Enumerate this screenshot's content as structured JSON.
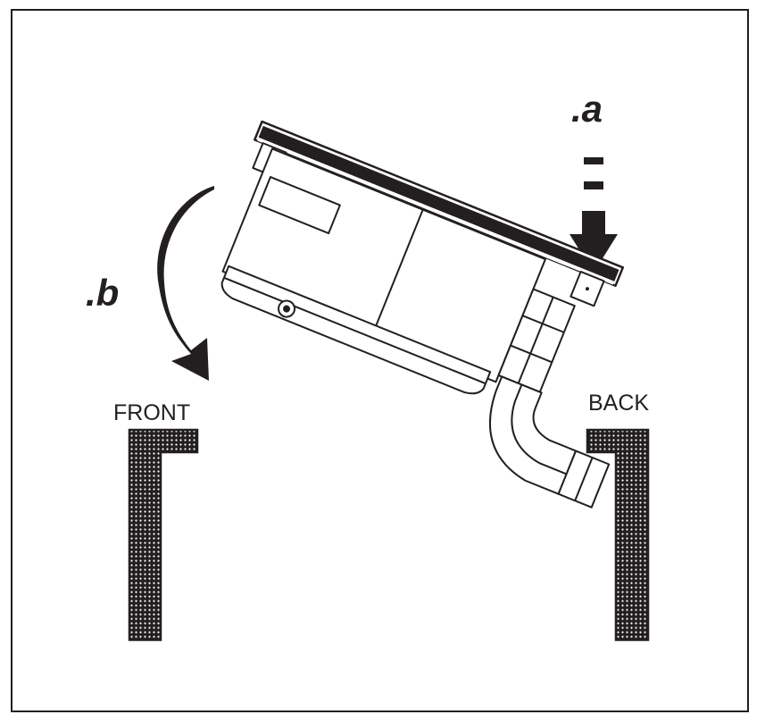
{
  "diagram": {
    "step_a": ".a",
    "step_b": ".b",
    "front_label": "FRONT",
    "back_label": "BACK"
  },
  "colors": {
    "ink": "#231f20",
    "background": "#ffffff"
  }
}
